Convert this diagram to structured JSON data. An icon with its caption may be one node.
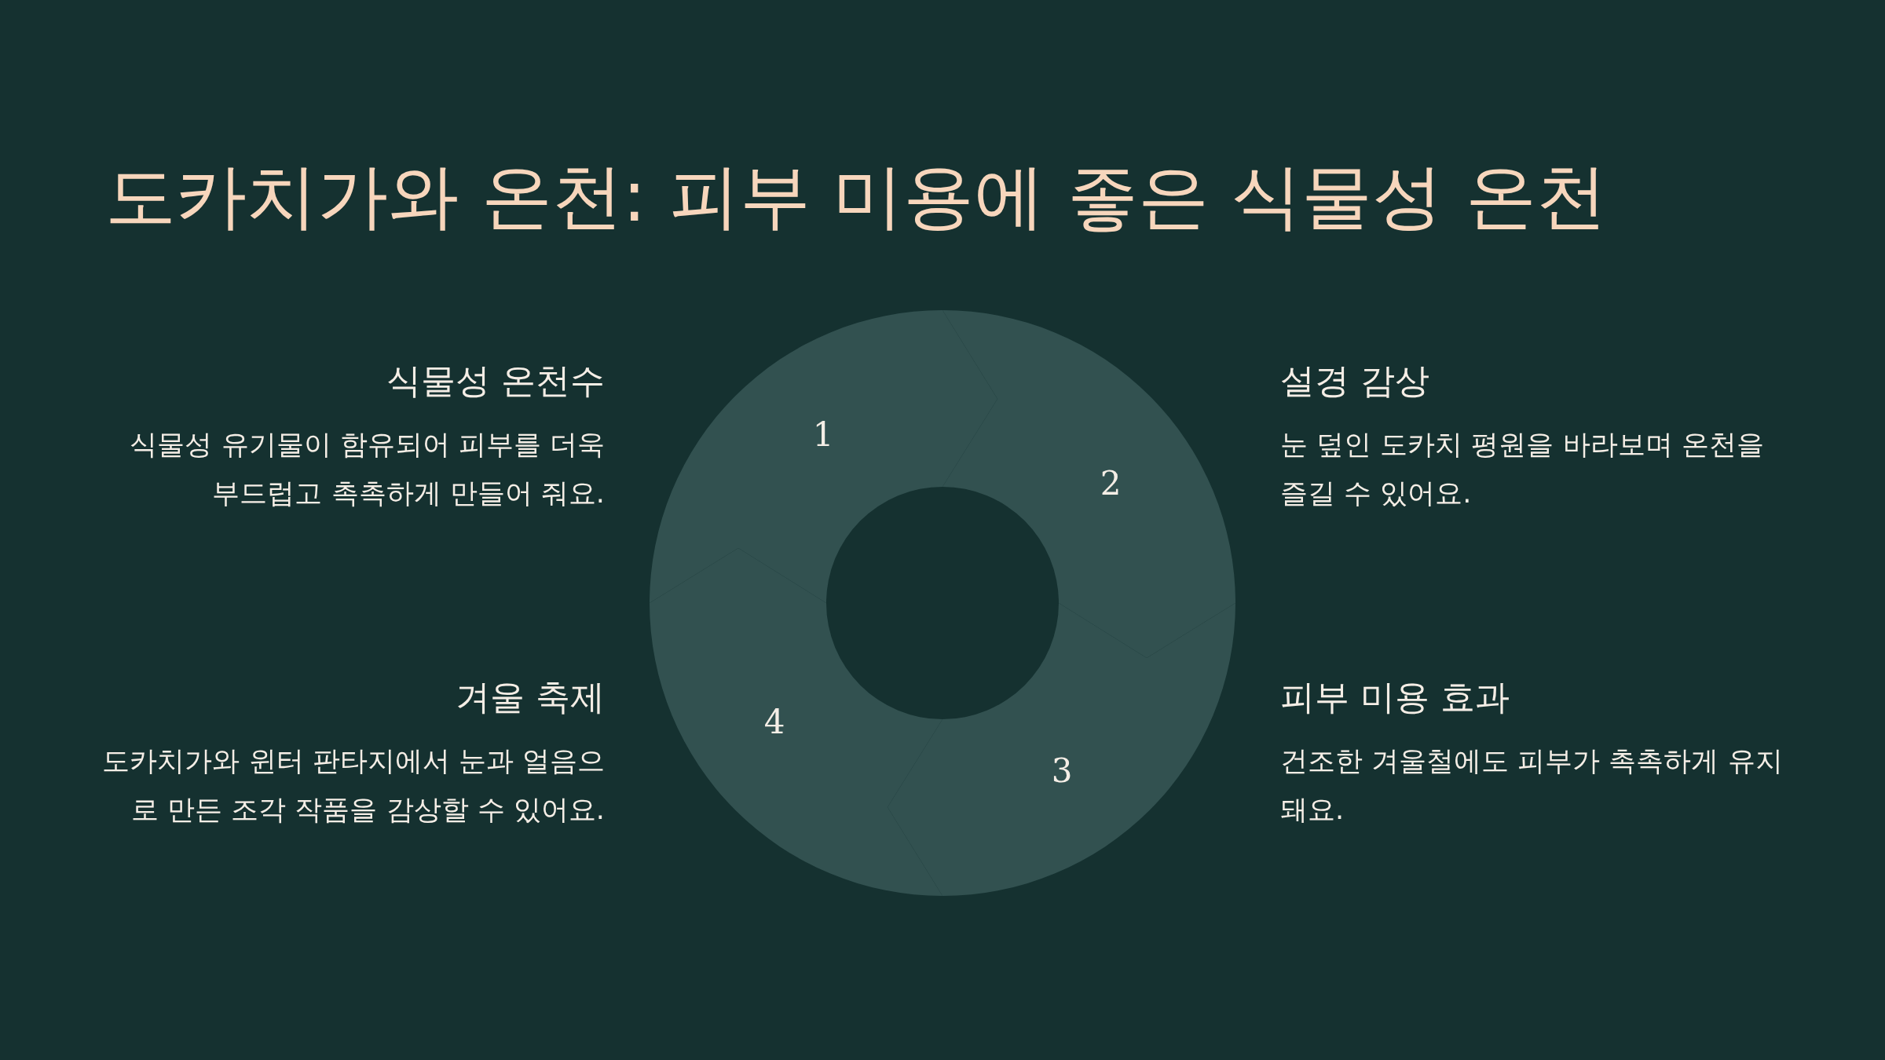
{
  "diagram": {
    "title": "도카치가와 온천: 피부 미용에 좋은 식물성 온천",
    "nodes": [
      {
        "text": [
          "1"
        ]
      },
      {
        "text": [
          "2"
        ]
      },
      {
        "text": [
          "3"
        ]
      },
      {
        "text": [
          "4"
        ]
      },
      {
        "text": [
          "식물성 온천수",
          "식물성 유기물이 함유되어 피부를 더욱 부드럽고 촉촉하게 만들어 줘요."
        ]
      },
      {
        "text": [
          "설경 감상",
          "눈 덮인 도카치 평원을 바라보며 온천을 즐길 수 있어요."
        ]
      },
      {
        "text": [
          "겨울 축제",
          "도카치가와 윈터 판타지에서 눈과 얼음으로 만든 조각 작품을 감상할 수 있어요."
        ]
      },
      {
        "text": [
          "피부 미용 효과",
          "건조한 겨울철에도 피부가 촉촉하게 유지돼요."
        ]
      }
    ]
  }
}
